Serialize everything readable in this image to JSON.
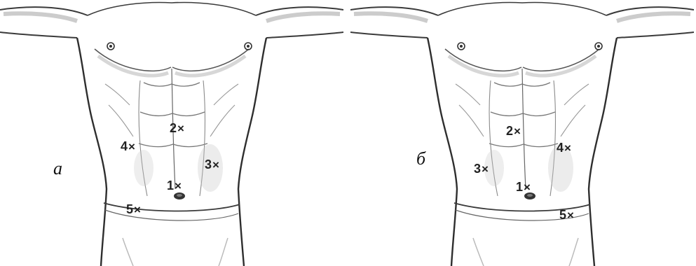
{
  "panels": [
    {
      "label": "а",
      "points": [
        {
          "number": "1",
          "mark": "×"
        },
        {
          "number": "2",
          "mark": "×"
        },
        {
          "number": "3",
          "mark": "×"
        },
        {
          "number": "4",
          "mark": "×"
        },
        {
          "number": "5",
          "mark": "×"
        }
      ]
    },
    {
      "label": "б",
      "points": [
        {
          "number": "1",
          "mark": "×"
        },
        {
          "number": "2",
          "mark": "×"
        },
        {
          "number": "3",
          "mark": "×"
        },
        {
          "number": "4",
          "mark": "×"
        },
        {
          "number": "5",
          "mark": "×"
        }
      ]
    }
  ],
  "colors": {
    "line": "#3a3a3a",
    "shade": "#bdbdbd",
    "text": "#222222"
  }
}
